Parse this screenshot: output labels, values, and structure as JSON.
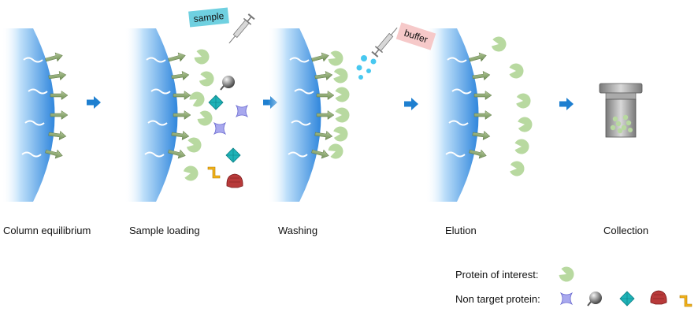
{
  "steps": [
    {
      "label": "Column equilibrium"
    },
    {
      "label": "Sample loading"
    },
    {
      "label": "Washing"
    },
    {
      "label": "Elution"
    },
    {
      "label": "Collection"
    }
  ],
  "tags": {
    "sample": "sample",
    "buffer": "buffer"
  },
  "legend": {
    "protein_of_interest": "Protein of interest:",
    "non_target_protein": "Non target protein:"
  },
  "colors": {
    "column_blue": "#3a8fe0",
    "arrow_green": "#8aa870",
    "protein_green": "#b8d9a0",
    "flow_arrow": "#1e7fd0",
    "sample_tag": "#6fd0e0",
    "buffer_tag": "#f6c9c9",
    "drop_cyan": "#48c8f0"
  }
}
